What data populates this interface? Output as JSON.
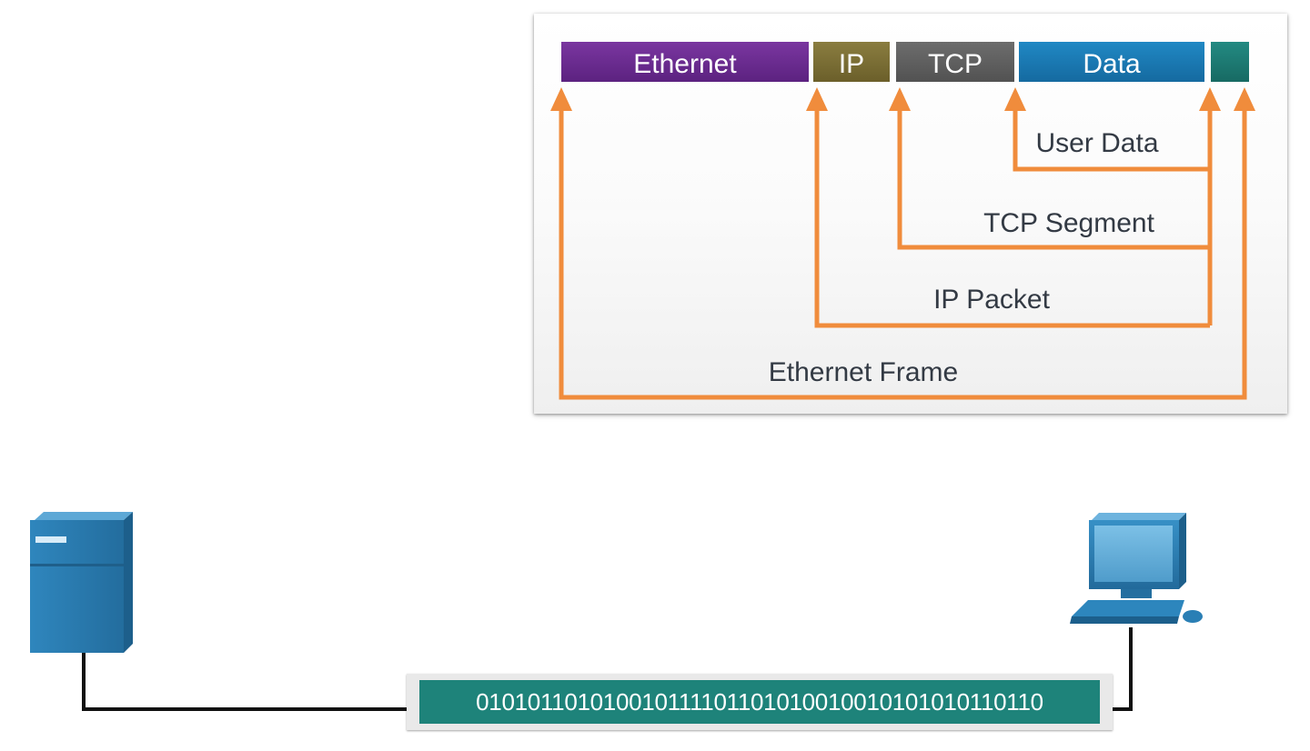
{
  "frame": {
    "segments": [
      {
        "label": "Ethernet",
        "color": "#6b2a8e"
      },
      {
        "label": "IP",
        "color": "#7b6e34"
      },
      {
        "label": "TCP",
        "color": "#5f5f5f"
      },
      {
        "label": "Data",
        "color": "#1b7ab4"
      },
      {
        "label": "",
        "color": "#1d7c74"
      }
    ],
    "labels": {
      "user_data": "User Data",
      "tcp_segment": "TCP Segment",
      "ip_packet": "IP Packet",
      "ethernet_frame": "Ethernet Frame"
    },
    "arrow_color": "#f08c3c"
  },
  "network": {
    "bitstream": "010101101010010111101101010010010101010110110",
    "cable_color": "#111111",
    "device_color": "#2a7fb5",
    "devices": [
      {
        "name": "server",
        "icon": "server-icon"
      },
      {
        "name": "computer",
        "icon": "computer-icon"
      }
    ]
  }
}
